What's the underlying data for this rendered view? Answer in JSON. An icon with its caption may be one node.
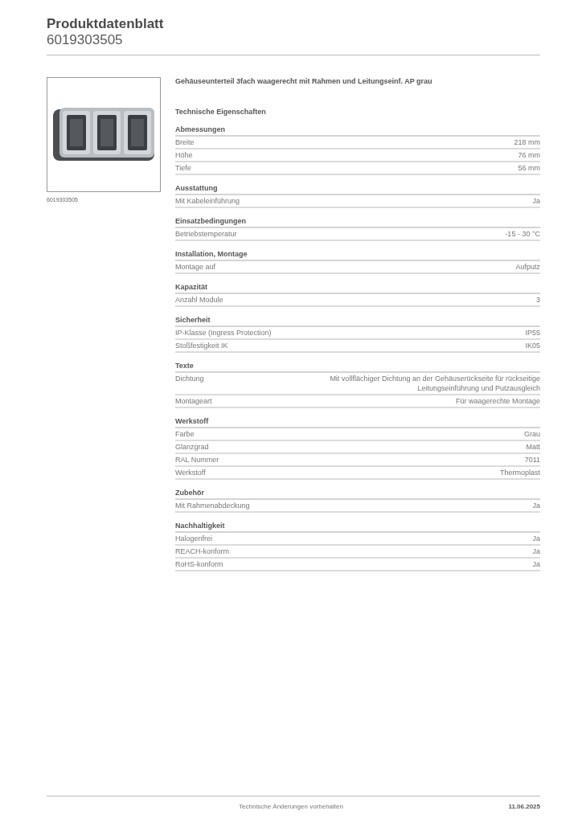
{
  "diagram": {
    "title": "Produktdatenblatt",
    "labels": [
      "6019303505",
      "6019303505",
      "Gehäuseunterteil 3fach waagerecht mit Rahmen und Leitungseinf. AP grau",
      "Technische Eigenschaften",
      "Abmessungen",
      "Breite",
      "218 mm",
      "Höhe",
      "76 mm",
      "Tiefe",
      "56 mm",
      "Ausstattung",
      "Mit Kabeleinführung",
      "Ja",
      "Einsatzbedingungen",
      "Betriebstemperatur",
      "-15 - 30 °C",
      "Installation, Montage",
      "Montage auf",
      "Aufputz",
      "Kapazität",
      "Anzahl Module",
      "3",
      "Sicherheit",
      "IP-Klasse (Ingress Protection)",
      "IP55",
      "Stoßfestigkeit IK",
      "IK05",
      "Texte",
      "Dichtung",
      "Mit vollflächiger Dichtung an der Gehäuserückseite für rückseitige Leitungseinführung und Putzausgleich",
      "Montageart",
      "Für waagerechte Montage",
      "Werkstoff",
      "Farbe",
      "Grau",
      "Glanzgrad",
      "Matt",
      "RAL Nummer",
      "7011",
      "Werkstoff",
      "Thermoplast",
      "Zubehör",
      "Mit Rahmenabdeckung",
      "Ja",
      "Nachhaltigkeit",
      "Halogenfrei",
      "Ja",
      "REACH-konform",
      "Ja",
      "RoHS-konform",
      "Ja",
      "Technische Änderungen vorbehalten",
      "11.06.2025"
    ]
  }
}
